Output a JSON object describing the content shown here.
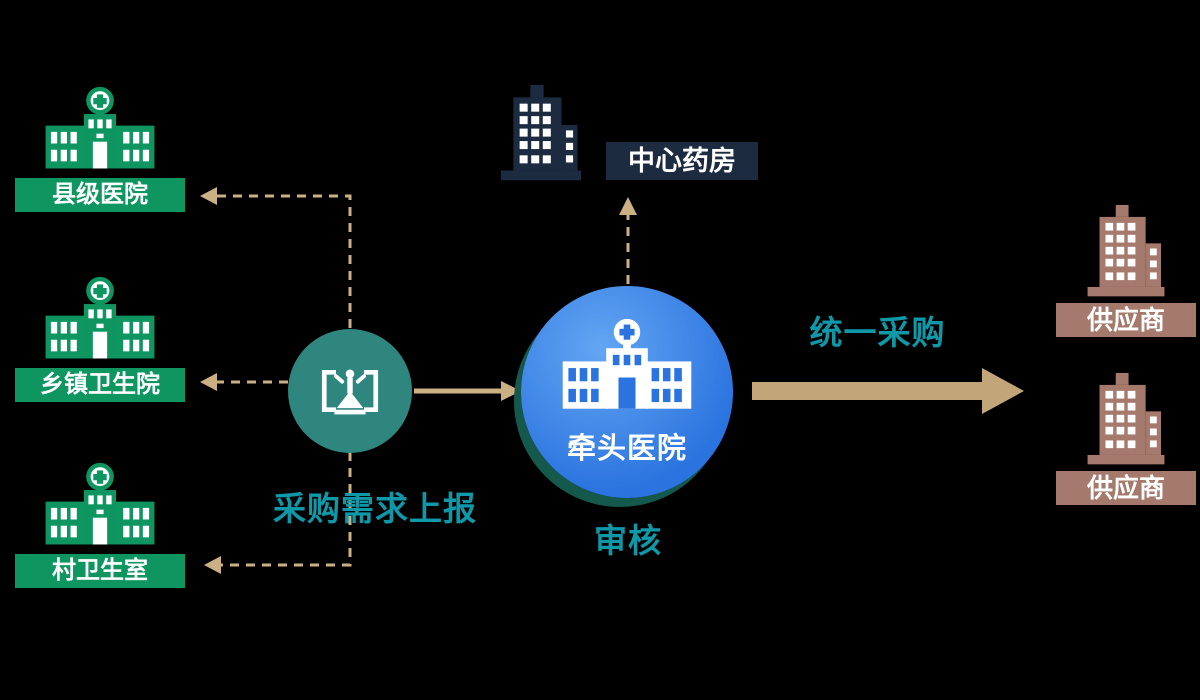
{
  "diagram": {
    "left_facilities": [
      {
        "label": "县级医院"
      },
      {
        "label": "乡镇卫生院"
      },
      {
        "label": "村卫生室"
      }
    ],
    "central_pharmacy": {
      "label": "中心药房"
    },
    "lead_hospital": {
      "label": "牵头医院"
    },
    "suppliers": [
      {
        "label": "供应商"
      },
      {
        "label": "供应商"
      }
    ],
    "annotations": {
      "report": "采购需求上报",
      "review": "审核",
      "unified_procurement": "统一采购"
    },
    "icons": {
      "left_facilities": "hospital-building-icon",
      "central_pharmacy": "office-building-icon",
      "suppliers": "office-building-icon",
      "hub": "government-emblem-icon",
      "lead_hospital": "hospital-building-icon"
    },
    "colors": {
      "background": "#000000",
      "facility_green": "#0e9560",
      "pharmacy_navy": "#1c2b40",
      "supplier_brown": "#a5796b",
      "hub_teal": "#2f867e",
      "lead_blue": "#2b74df",
      "lead_shadow_green": "#14594c",
      "accent_text_teal": "#0e98a8",
      "arrow_tan": "#cbb084"
    }
  }
}
